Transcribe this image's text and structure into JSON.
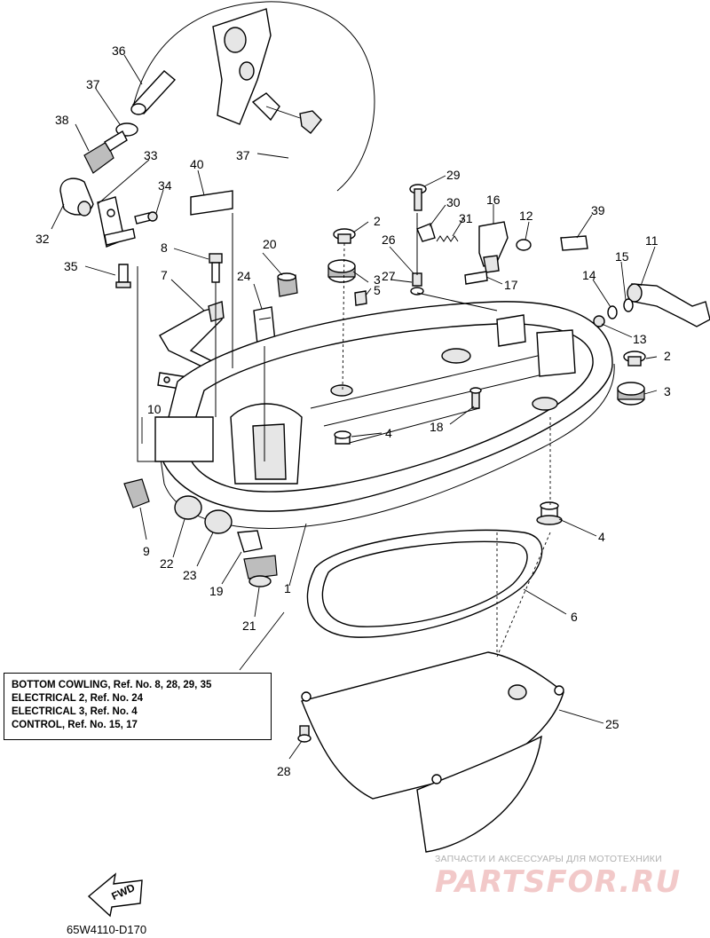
{
  "callouts": {
    "c1": "1",
    "c2a": "2",
    "c2b": "2",
    "c3a": "3",
    "c3b": "3",
    "c4a": "4",
    "c4b": "4",
    "c5": "5",
    "c6": "6",
    "c7": "7",
    "c8": "8",
    "c9": "9",
    "c10": "10",
    "c11": "11",
    "c12": "12",
    "c13": "13",
    "c14": "14",
    "c15": "15",
    "c16": "16",
    "c17": "17",
    "c18": "18",
    "c19": "19",
    "c20": "20",
    "c21": "21",
    "c22": "22",
    "c23": "23",
    "c24": "24",
    "c25": "25",
    "c26": "26",
    "c27": "27",
    "c28": "28",
    "c29": "29",
    "c30": "30",
    "c31": "31",
    "c32": "32",
    "c33": "33",
    "c34": "34",
    "c35": "35",
    "c36": "36",
    "c37a": "37",
    "c37b": "37",
    "c38": "38",
    "c39": "39",
    "c40": "40"
  },
  "reference_box": {
    "lines": [
      "BOTTOM COWLING, Ref. No. 8, 28, 29, 35",
      "ELECTRICAL 2, Ref. No. 24",
      "ELECTRICAL 3, Ref. No. 4",
      "CONTROL, Ref. No. 15, 17"
    ]
  },
  "fwd_label": "FWD",
  "diagram_code": "65W4110-D170",
  "watermark": {
    "subtitle": "ЗАПЧАСТИ И АКСЕССУАРЫ ДЛЯ МОТОТЕХНИКИ",
    "brand": "PARTSFOR.RU"
  }
}
